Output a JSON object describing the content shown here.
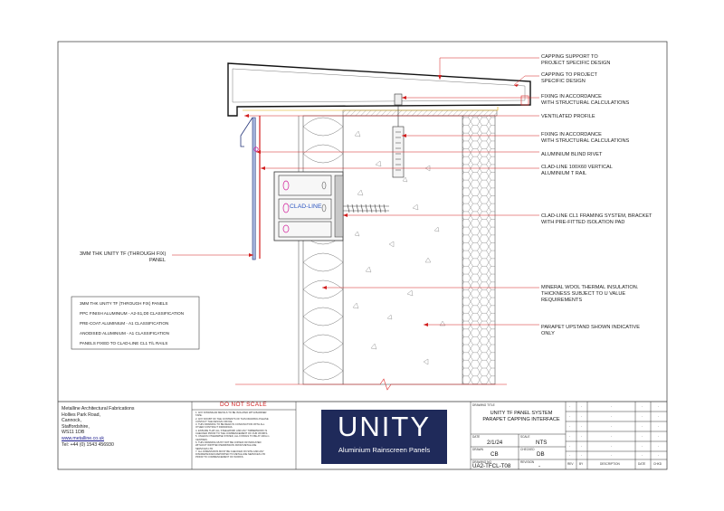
{
  "diagram": {
    "callouts": [
      "CAPPING SUPPORT TO",
      "PROJECT SPECIFIC DESIGN",
      "CAPPING TO PROJECT",
      "SPECIFIC DESIGN",
      "FIXING IN ACCORDANCE",
      "WITH STRUCTURAL CALCULATIONS",
      "VENTILATED PROFILE",
      "FIXING IN ACCORDANCE",
      "WITH STRUCTURAL CALCULATIONS",
      "ALUMINIUM BLIND RIVET",
      "CLAD-LINE 100X60 VERTICAL",
      "ALUMINIUM T RAIL",
      "CLAD-LINE CL1 FRAMING SYSTEM, BRACKET",
      "WITH PRE-FITTED ISOLATION PAD",
      "MINERAL WOOL THERMAL INSULATION.",
      "THICKNESS SUBJECT TO U VALUE",
      "REQUIREMENTS",
      "PARAPET UPSTAND SHOWN INDICATIVE",
      "ONLY"
    ],
    "panel_label": [
      "3MM THK UNITY TF (THROUGH FIX)",
      "PANEL"
    ],
    "bracket_label": "CLAD-LINE",
    "spec_box": [
      "3MM THK UNITY TF (THROUGH FIX) PANELS",
      "PPC FINISH ALUMINIUM - A2-S1,D0 CLASSIFICATION",
      "PRE-COAT ALUMINIUM - A1 CLASSIFICATION",
      "ANODISED ALUMINIUM - A1 CLASSIFICATION",
      "PANELS FIXED TO CLAD-LINE CL1 T/L RAILS"
    ]
  },
  "title_block": {
    "company": [
      "Metalline Architectural Fabrications",
      "Hollies Park Road,",
      "Cannock,",
      "Staffordshire,",
      "WS11 1DB"
    ],
    "website": "www.metalline.co.uk",
    "phone": "Tel: +44 (0) 1543 456930",
    "do_not_scale": "DO NOT SCALE",
    "notes": [
      "1.   ANY DISSIMILAR METALS TO BE ISOLATED WITH BARRIER",
      "      TAPE.",
      "2.   ANY DOUBT OF THE CONTENTS OF THIS DRAWING PLEASE",
      "      CONTACT THE DESIGN OFFICE.",
      "3.   THIS DRAWING TO BE READ IN CONJUNCTION WITH ALL",
      "      OTHER CONTRACT DRAWINGS.",
      "4.   ENSURE THAT ALL STEELWORK AND ANY TIMBERWORK IS",
      "      CHECKED PRIOR TO THE COMMENCEMENT OF OUR WORKS.",
      "5.   UNLESS OTHERWISE STATED, ALL FIXINGS TO BE AT 400mm",
      "      CENTRES.",
      "6.   THIS DRAWING MUST NOT BE COPIED OR INDICATED",
      "      WITHOUT WRITTEN PERMISSION FROM METALLINE",
      "      SERVICES LTD.",
      "7.   ALL DIMENSIONS MUST BE CHECKED ON SITE AND ANY",
      "      DISCREPANCIES REPORTED TO METALLINE SERVICES LTD",
      "      PRIOR TO COMMENCEMENT OF WORKS."
    ],
    "logo_main": "UNITY",
    "logo_sub": "Aluminium Rainscreen Panels",
    "drawing_title_label": "DRAWING TITLE",
    "drawing_title": [
      "UNITY TF PANEL SYSTEM",
      "PARAPET CAPPING INTERFACE"
    ],
    "date_label": "DATE",
    "date": "2/1/24",
    "scale_label": "SCALE",
    "scale": "NTS",
    "drawn_label": "DRAWN",
    "drawn": "CB",
    "checked_label": "CHECKED",
    "checked": "DB",
    "drawing_no_label": "DRAWING NO",
    "drawing_no": "UA2-TFCL-T08",
    "revision_label": "REVISION",
    "revision": "-",
    "rev_headers": [
      "REV",
      "BY",
      "DESCRIPTION",
      "DATE",
      "CHKD"
    ],
    "rev_dash": "-"
  }
}
